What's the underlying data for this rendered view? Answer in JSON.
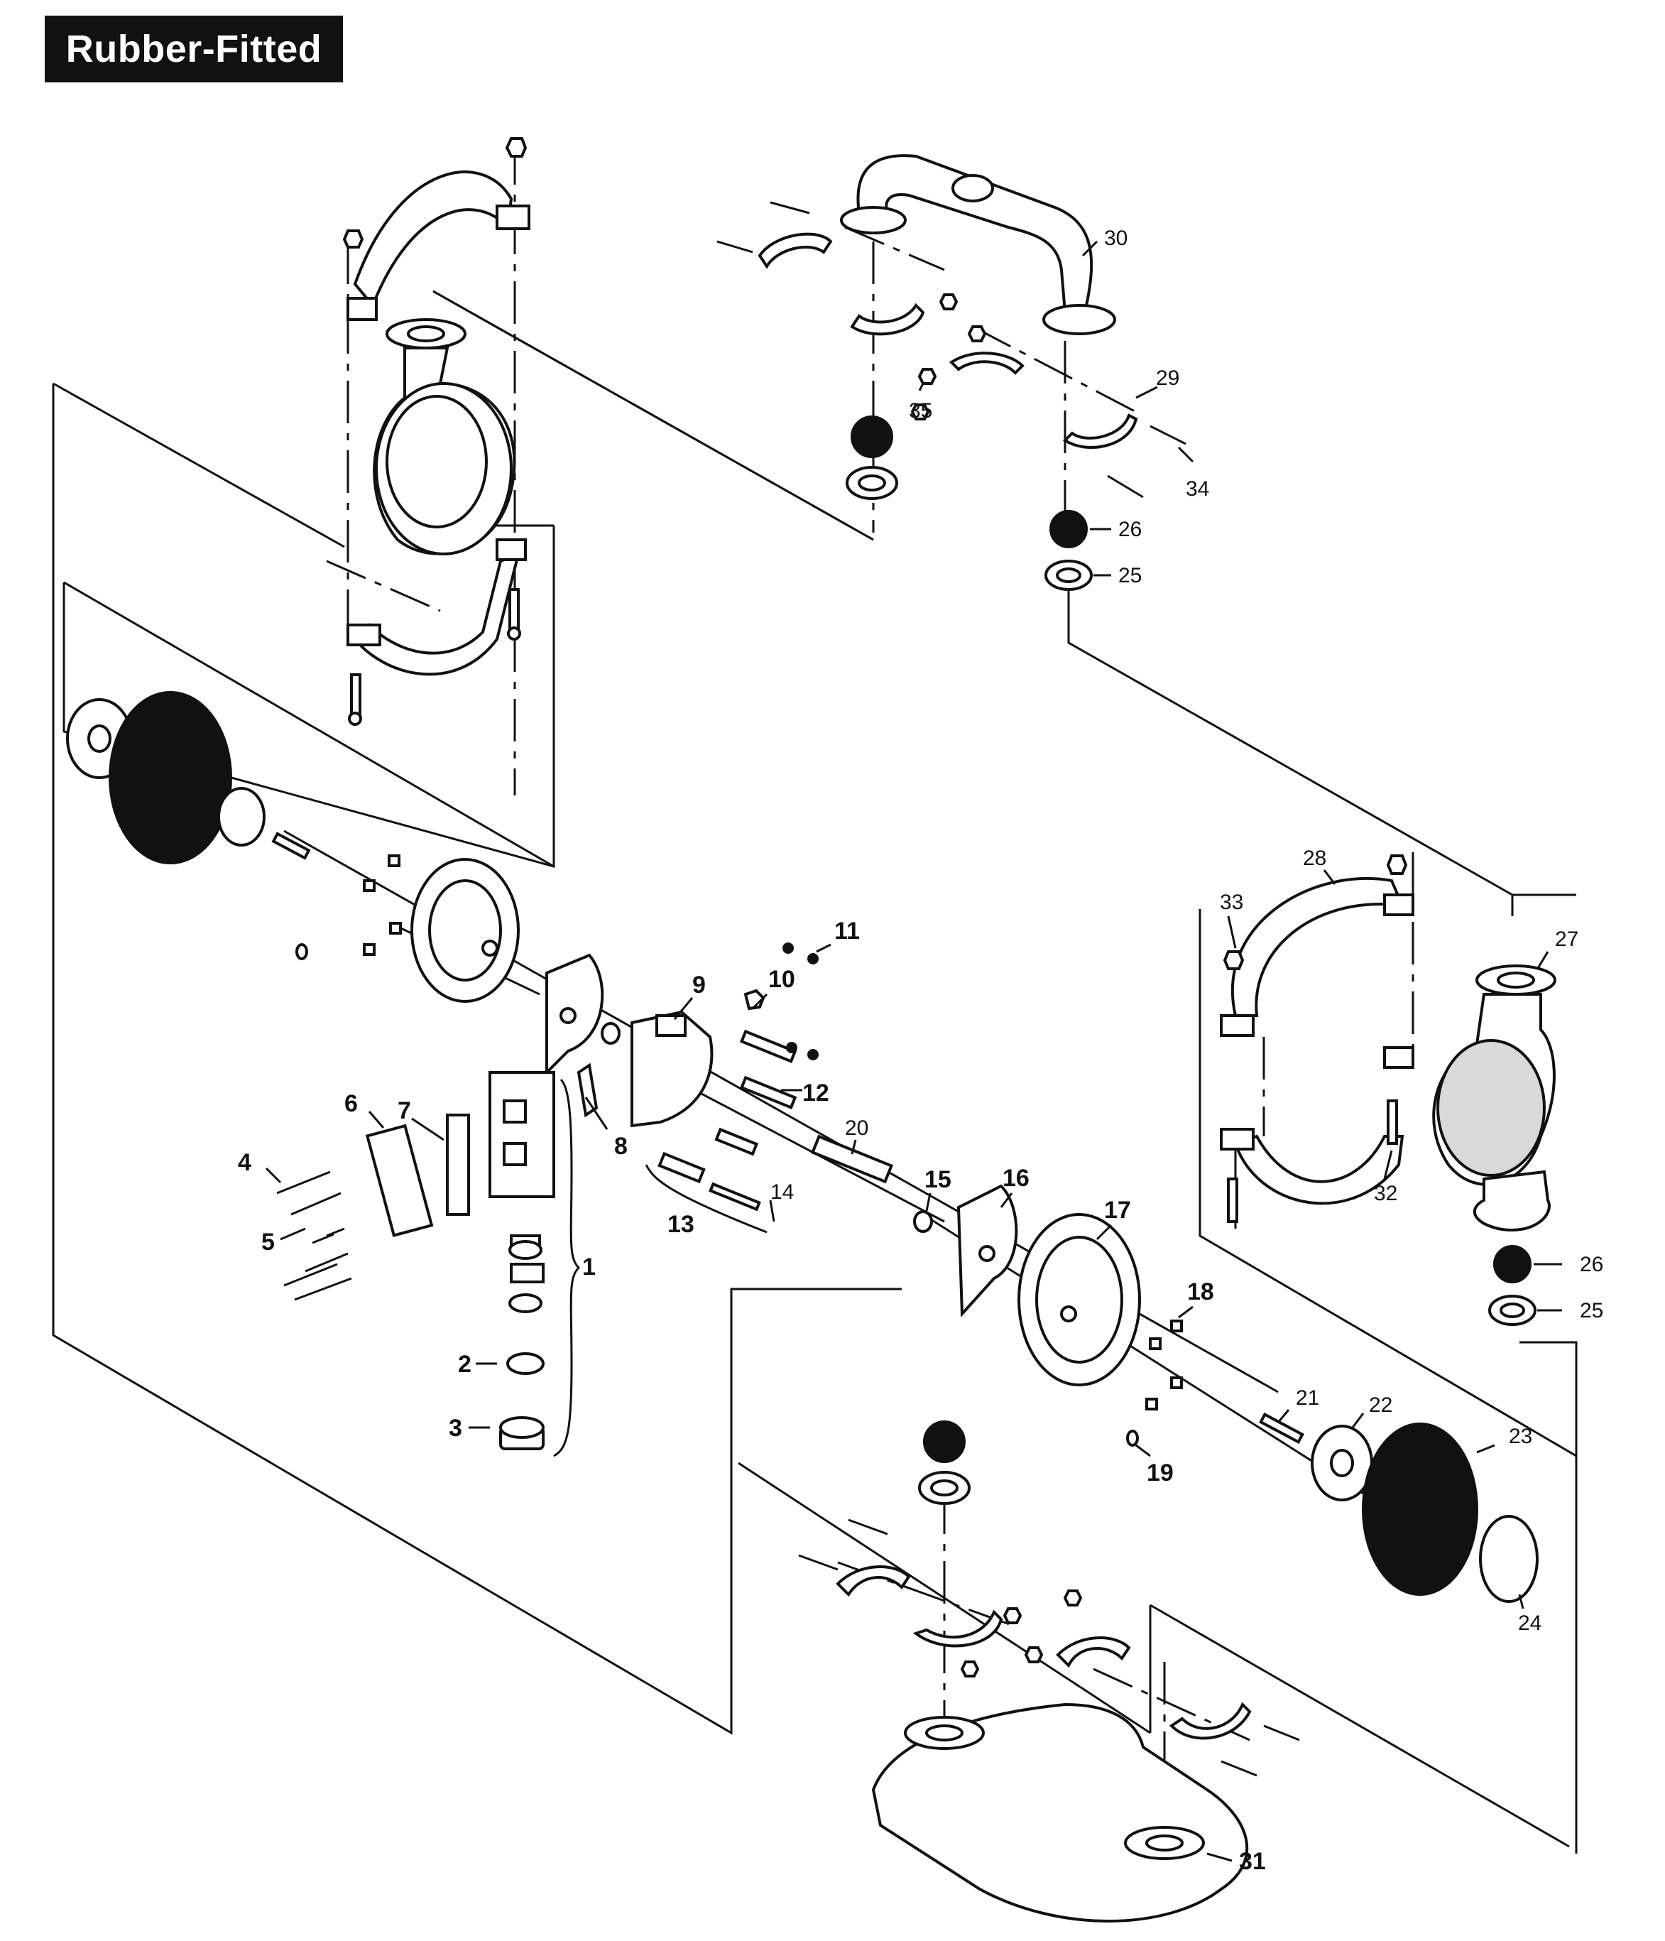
{
  "title": "Rubber-Fitted",
  "labels": [
    {
      "id": "1",
      "text": "1",
      "style": "bold"
    },
    {
      "id": "2",
      "text": "2",
      "style": "bold"
    },
    {
      "id": "3",
      "text": "3",
      "style": "bold"
    },
    {
      "id": "4",
      "text": "4",
      "style": "bold"
    },
    {
      "id": "5",
      "text": "5",
      "style": "bold"
    },
    {
      "id": "6",
      "text": "6",
      "style": "bold"
    },
    {
      "id": "7",
      "text": "7",
      "style": "bold"
    },
    {
      "id": "8",
      "text": "8",
      "style": "bold"
    },
    {
      "id": "9",
      "text": "9",
      "style": "bold"
    },
    {
      "id": "10",
      "text": "10",
      "style": "bold"
    },
    {
      "id": "11",
      "text": "11",
      "style": "bold"
    },
    {
      "id": "12",
      "text": "12",
      "style": "bold"
    },
    {
      "id": "13",
      "text": "13",
      "style": "bold"
    },
    {
      "id": "14",
      "text": "14",
      "style": "thin"
    },
    {
      "id": "15",
      "text": "15",
      "style": "bold"
    },
    {
      "id": "16",
      "text": "16",
      "style": "bold"
    },
    {
      "id": "17",
      "text": "17",
      "style": "bold"
    },
    {
      "id": "18",
      "text": "18",
      "style": "bold"
    },
    {
      "id": "19",
      "text": "19",
      "style": "bold"
    },
    {
      "id": "20",
      "text": "20",
      "style": "thin"
    },
    {
      "id": "21",
      "text": "21",
      "style": "thin"
    },
    {
      "id": "22",
      "text": "22",
      "style": "thin"
    },
    {
      "id": "23",
      "text": "23",
      "style": "thin"
    },
    {
      "id": "24",
      "text": "24",
      "style": "thin"
    },
    {
      "id": "25a",
      "text": "25",
      "style": "thin"
    },
    {
      "id": "25b",
      "text": "25",
      "style": "thin"
    },
    {
      "id": "26a",
      "text": "26",
      "style": "thin"
    },
    {
      "id": "26b",
      "text": "26",
      "style": "thin"
    },
    {
      "id": "27",
      "text": "27",
      "style": "thin"
    },
    {
      "id": "28",
      "text": "28",
      "style": "thin"
    },
    {
      "id": "29",
      "text": "29",
      "style": "thin"
    },
    {
      "id": "30",
      "text": "30",
      "style": "thin"
    },
    {
      "id": "31",
      "text": "31",
      "style": "bold"
    },
    {
      "id": "32",
      "text": "32",
      "style": "thin"
    },
    {
      "id": "33",
      "text": "33",
      "style": "thin"
    },
    {
      "id": "34",
      "text": "34",
      "style": "thin"
    },
    {
      "id": "35",
      "text": "35",
      "style": "thin"
    }
  ]
}
